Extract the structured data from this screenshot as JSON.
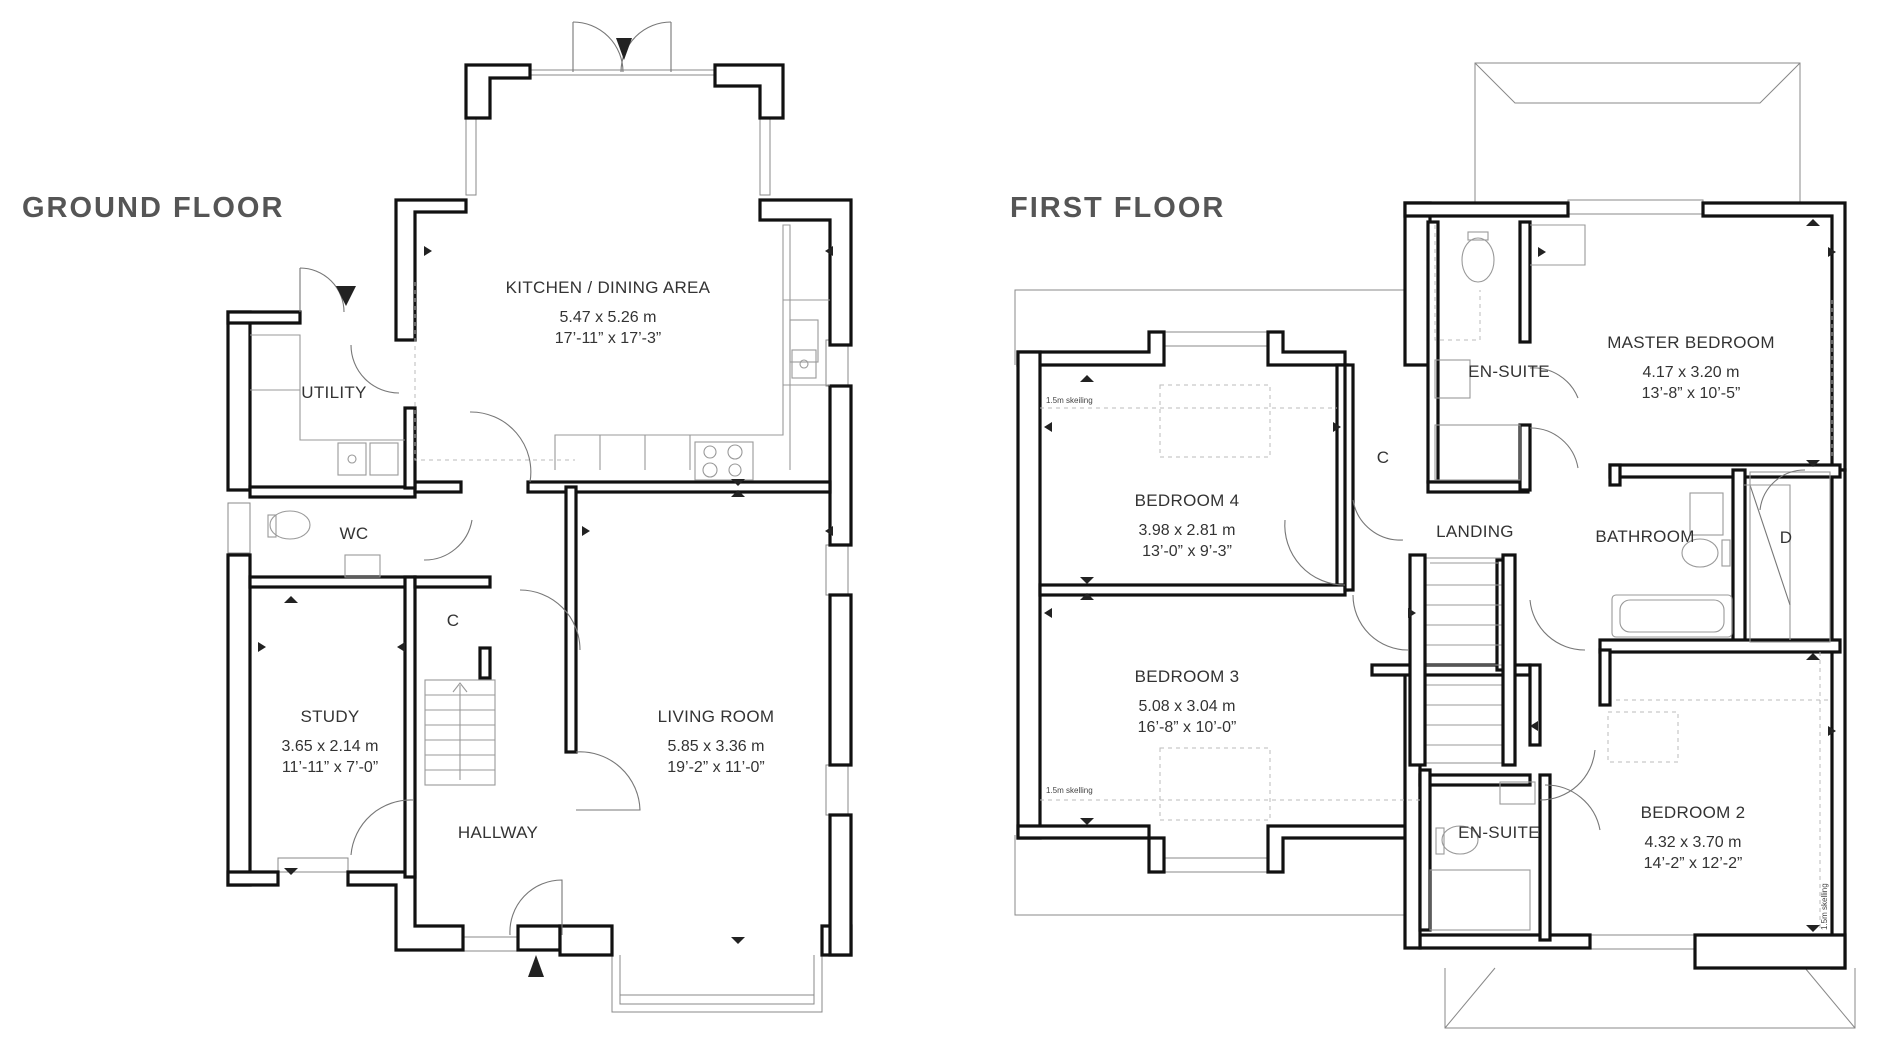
{
  "floors": {
    "ground": {
      "heading": "GROUND FLOOR",
      "rooms": {
        "kitchen": {
          "name": "KITCHEN / DINING AREA",
          "metric": "5.47 x 5.26 m",
          "imperial": "17’-11” x 17’-3”"
        },
        "utility": {
          "name": "UTILITY"
        },
        "wc": {
          "name": "WC"
        },
        "cupboard": {
          "name": "C"
        },
        "study": {
          "name": "STUDY",
          "metric": "3.65 x 2.14 m",
          "imperial": "11’-11” x 7’-0”"
        },
        "living": {
          "name": "LIVING ROOM",
          "metric": "5.85 x 3.36 m",
          "imperial": "19’-2” x 11’-0”"
        },
        "hallway": {
          "name": "HALLWAY"
        }
      }
    },
    "first": {
      "heading": "FIRST FLOOR",
      "rooms": {
        "bedroom4": {
          "name": "BEDROOM 4",
          "metric": "3.98 x 2.81 m",
          "imperial": "13’-0” x 9’-3”",
          "note": "1.5m skeiling"
        },
        "cupboard": {
          "name": "C"
        },
        "ensuite1": {
          "name": "EN-SUITE"
        },
        "master": {
          "name": "MASTER BEDROOM",
          "metric": "4.17 x 3.20 m",
          "imperial": "13’-8” x 10’-5”"
        },
        "landing": {
          "name": "LANDING"
        },
        "bathroom": {
          "name": "BATHROOM"
        },
        "wardrobe": {
          "name": "D"
        },
        "bedroom3": {
          "name": "BEDROOM 3",
          "metric": "5.08 x 3.04 m",
          "imperial": "16’-8” x 10’-0”",
          "note": "1.5m skelling"
        },
        "ensuite2": {
          "name": "EN-SUITE"
        },
        "bedroom2": {
          "name": "BEDROOM 2",
          "metric": "4.32 x 3.70 m",
          "imperial": "14’-2” x 12’-2”",
          "note": "1.5m skelling"
        }
      }
    }
  },
  "icons": [
    "entrance-arrow-icon",
    "dimension-arrow-icon",
    "door-swing-icon",
    "sink-icon",
    "hob-icon",
    "toilet-icon",
    "bath-icon",
    "shower-icon",
    "staircase-icon"
  ]
}
